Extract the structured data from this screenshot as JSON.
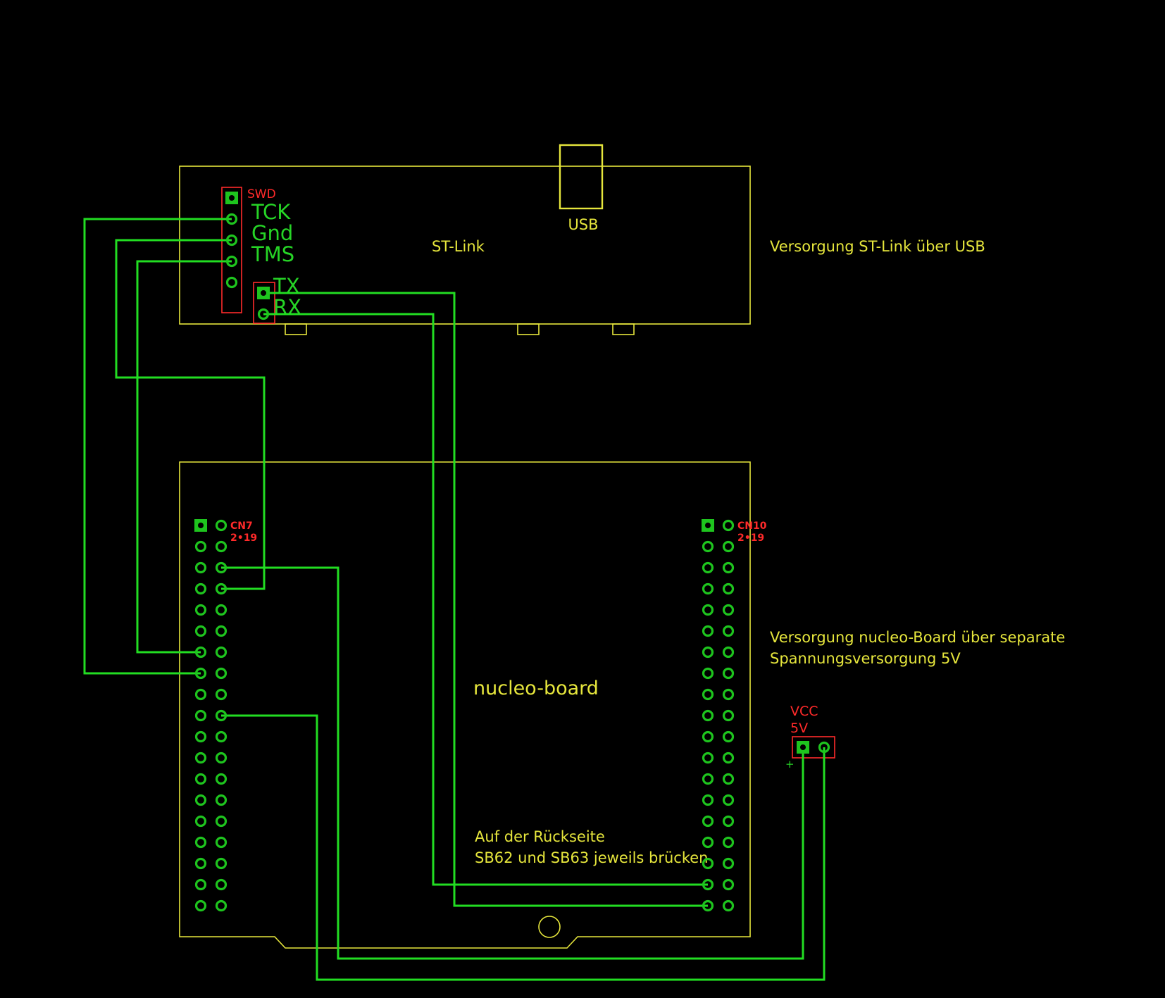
{
  "labels": {
    "st_link": "ST-Link",
    "usb": "USB",
    "st_link_supply_note": "Versorgung ST-Link über USB",
    "swd_header": "SWD",
    "pin_tck": "TCK",
    "pin_gnd": "Gnd",
    "pin_tms": "TMS",
    "pin_tx": "TX",
    "pin_rx": "RX",
    "nucleo_board": "nucleo-board",
    "cn7_name": "CN7",
    "cn7_size": "2•19",
    "cn10_name": "CN10",
    "cn10_size": "2•19",
    "nucleo_supply_line1": "Versorgung nucleo-Board über separate",
    "nucleo_supply_line2": "Spannungsversorgung 5V",
    "vcc": "VCC",
    "five_v": "5V",
    "plus": "+",
    "backside_line1": "Auf der Rückseite",
    "backside_line2": "SB62 und SB63 jeweils brücken"
  },
  "colors": {
    "background": "#000000",
    "silkscreen": "#e6e63c",
    "component_label": "#ff2a2a",
    "wire": "#22dd22",
    "pad": "#1ec41e"
  },
  "connectors": {
    "swd_pins": 5,
    "uart_pins": 2,
    "cn7_rows": 19,
    "cn10_rows": 19,
    "power_pins": 2
  }
}
